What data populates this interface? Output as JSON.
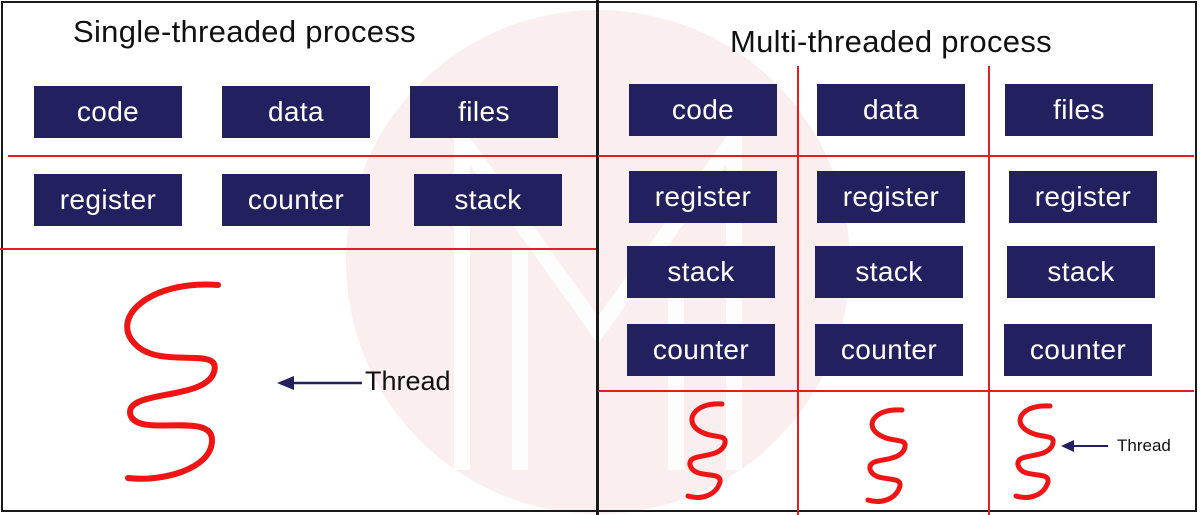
{
  "colors": {
    "box_fill": "#232060",
    "box_text": "#ffffff",
    "separator": "#e31e1e",
    "thread": "#f01414",
    "arrow": "#232060",
    "watermark": "#f6e3e3"
  },
  "single": {
    "title": "Single-threaded process",
    "shared": [
      "code",
      "data",
      "files"
    ],
    "per_thread": [
      "register",
      "counter",
      "stack"
    ],
    "thread_label": "Thread"
  },
  "multi": {
    "title": "Multi-threaded process",
    "shared": [
      "code",
      "data",
      "files"
    ],
    "threads": [
      {
        "register": "register",
        "stack": "stack",
        "counter": "counter"
      },
      {
        "register": "register",
        "stack": "stack",
        "counter": "counter"
      },
      {
        "register": "register",
        "stack": "stack",
        "counter": "counter"
      }
    ],
    "thread_label": "Thread"
  },
  "watermark": {
    "icon": "logo-watermark-icon"
  }
}
